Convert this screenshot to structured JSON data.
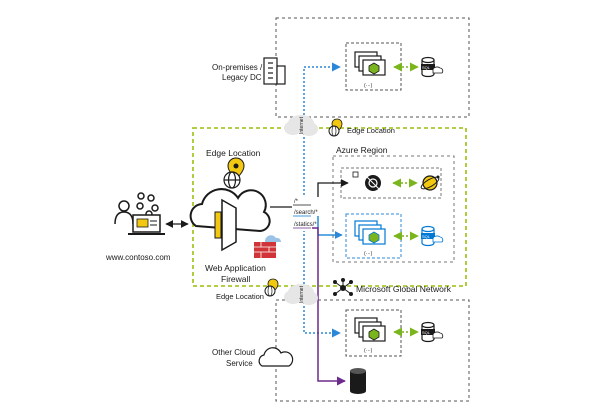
{
  "labels": {
    "on_premises": "On-premises /",
    "legacy_dc": "Legacy DC",
    "edge_location_top": "Edge Location",
    "edge_location_main": "Edge Location",
    "edge_location_bottom": "Edge Location",
    "azure_region": "Azure Region",
    "client_site": "www.contoso.com",
    "waf_line1": "Web Application",
    "waf_line2": "Firewall",
    "microsoft_global_network": "Microsoft Global Network",
    "other_cloud_line1": "Other Cloud",
    "other_cloud_line2": "Service",
    "internet_top": "Internet",
    "internet_bottom": "Internet",
    "route_root": "/*",
    "route_search": "/search/*",
    "route_statics": "/statics/*",
    "sql_top": "SQL",
    "sql_azure": "SQL",
    "sql_bottom": "SQL",
    "vm_dots": "(···)"
  },
  "colors": {
    "edge_border": "#a6c82a",
    "azure_blue": "#0078d4",
    "green_link": "#7ab51d",
    "purple_link": "#6b2a8c",
    "dotted_blue": "#2b88d8",
    "dark": "#1a1a1a",
    "gray_border": "#555555",
    "firewall_red": "#d13438",
    "pin_yellow": "#f2c811"
  },
  "icons": [
    "users-icon",
    "laptop-icon",
    "front-door-icon",
    "firewall-icon",
    "location-pin-icon",
    "globe-icon",
    "building-icon",
    "vm-scale-set-icon",
    "sql-database-icon",
    "app-service-icon",
    "cosmos-icon",
    "network-icon",
    "cloud-icon",
    "storage-cylinder-icon"
  ]
}
